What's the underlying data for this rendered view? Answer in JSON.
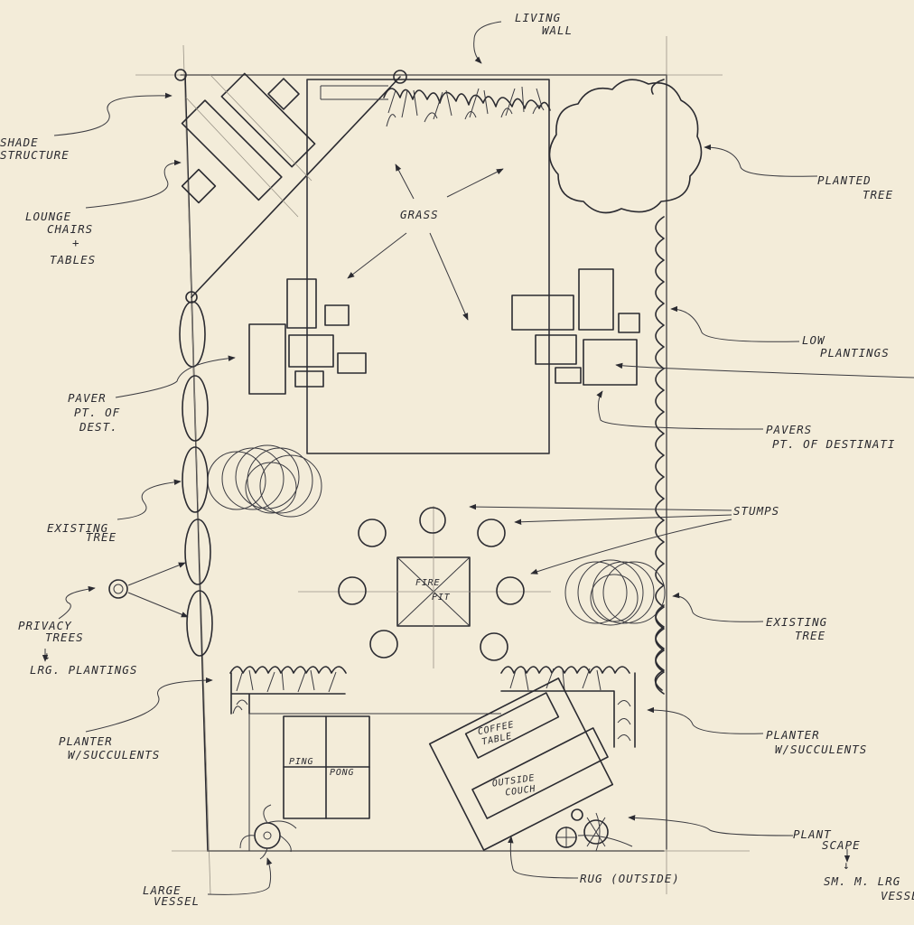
{
  "labels": {
    "living_wall": [
      "LIVING",
      "WALL"
    ],
    "shade_structure": [
      "SHADE",
      "STRUCTURE"
    ],
    "lounge_chairs": [
      "LOUNGE",
      "CHAIRS",
      "+",
      "TABLES"
    ],
    "grass": "GRASS",
    "planted_tree": [
      "PLANTED",
      "TREE"
    ],
    "low_plantings": [
      "LOW",
      "PLANTINGS"
    ],
    "pavers_left": [
      "PAVER",
      "PT. OF",
      "DEST."
    ],
    "pavers_right": [
      "PAVERS",
      "PT. OF DESTINATI"
    ],
    "existing_tree_left": [
      "EXISTING",
      "TREE"
    ],
    "stumps": "STUMPS",
    "fire_pit": [
      "FIRE",
      "PIT"
    ],
    "existing_tree_right": [
      "EXISTING",
      "TREE"
    ],
    "privacy_trees": [
      "PRIVACY",
      "TREES",
      "↓",
      "LRG. PLANTINGS"
    ],
    "planter_left": [
      "PLANTER",
      "W/SUCCULENTS"
    ],
    "planter_right": [
      "PLANTER",
      "W/SUCCULENTS"
    ],
    "ping_pong": [
      "PING",
      "PONG"
    ],
    "coffee_table": [
      "COFFEE",
      "TABLE"
    ],
    "outside_couch": [
      "OUTSIDE",
      "COUCH"
    ],
    "plant_scape": [
      "PLANT",
      "SCAPE",
      "↓",
      "SM. M. LRG",
      "VESSE"
    ],
    "rug": "RUG (OUTSIDE)",
    "large_vessel": [
      "LARGE",
      "VESSEL"
    ]
  },
  "colors": {
    "paper": "#f3ecd9",
    "ink": "#2b2b31"
  }
}
